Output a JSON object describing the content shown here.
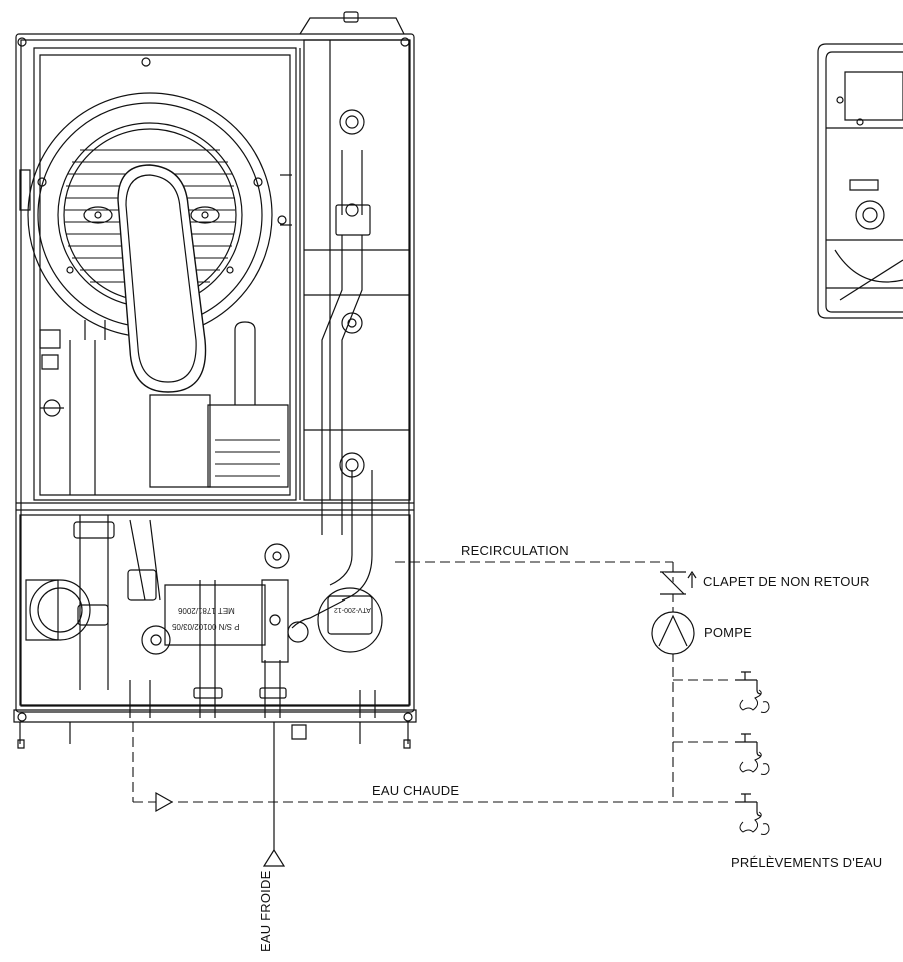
{
  "labels": {
    "recirculation": "RECIRCULATION",
    "check_valve": "CLAPET DE NON RETOUR",
    "pump": "POMPE",
    "hot_water": "EAU CHAUDE",
    "cold_water": "EAU FROIDE",
    "draw_off": "PRÉLÈVEMENTS  D'EAU"
  },
  "nameplate": {
    "line1": "MET 1781/2006",
    "line2": "P S/N 00102/03/05"
  },
  "pump_plate": {
    "model": "ATV-200-12"
  },
  "colors": {
    "line": "#111111",
    "background": "#ffffff"
  }
}
